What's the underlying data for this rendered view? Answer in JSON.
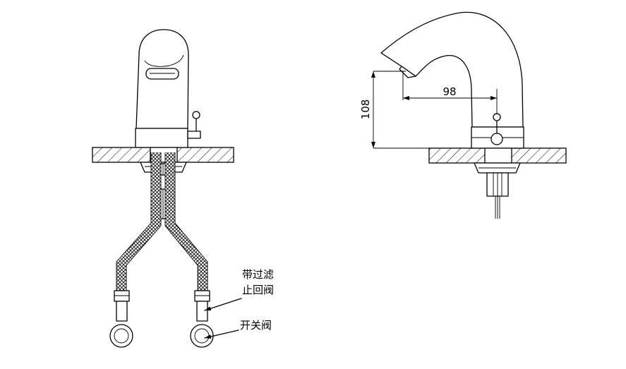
{
  "dimensions": {
    "horizontal": "98",
    "vertical": "108"
  },
  "callouts": {
    "check_valve_line1": "带过滤",
    "check_valve_line2": "止回阀",
    "switch_valve": "开关阀"
  },
  "colors": {
    "line": "#000000",
    "background": "#ffffff"
  }
}
